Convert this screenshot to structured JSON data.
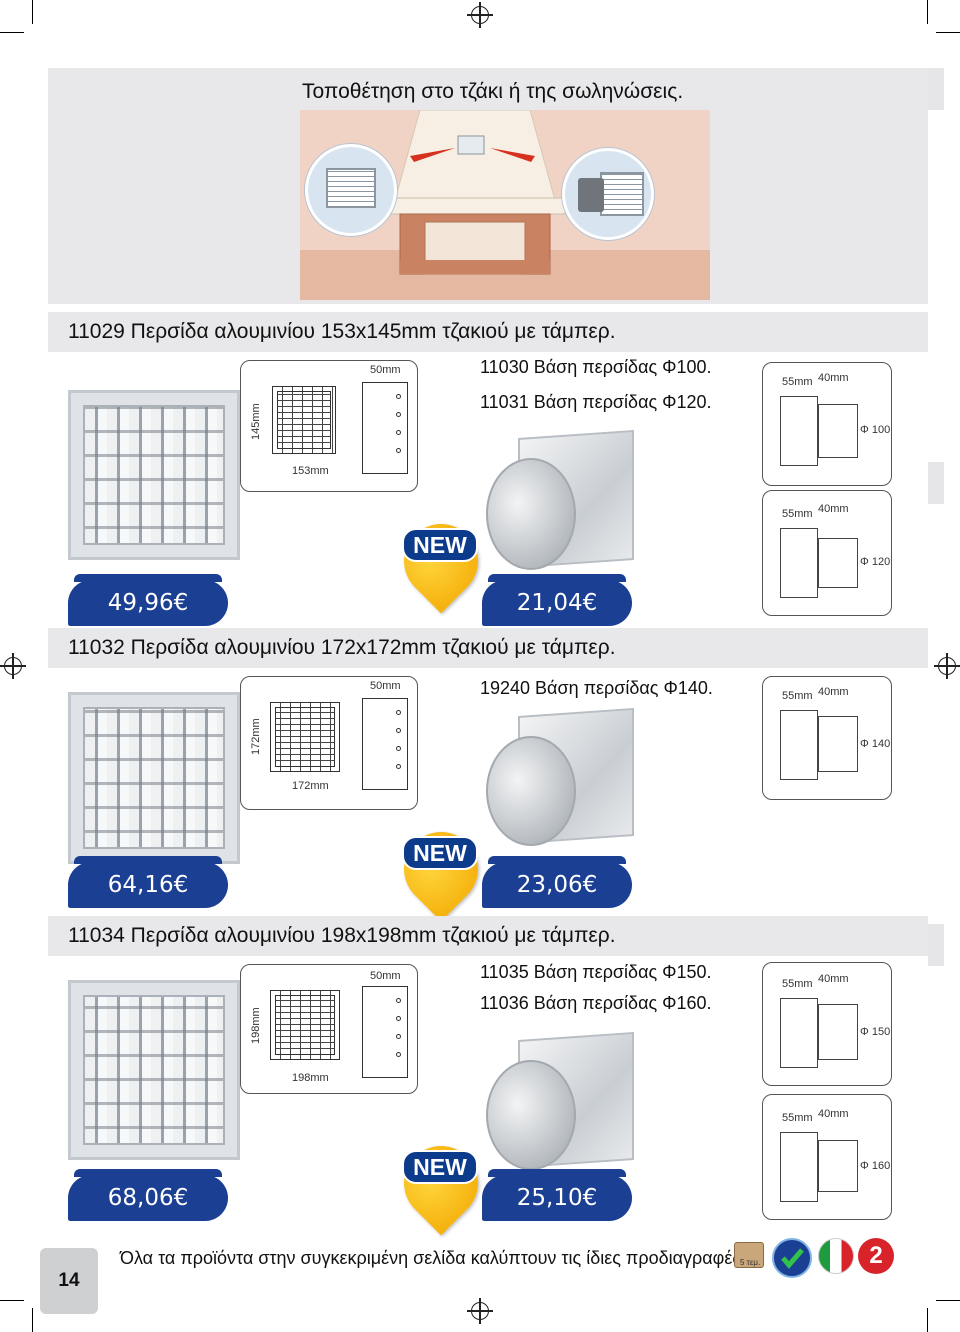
{
  "intro": {
    "banner": "Τοποθέτηση στο τζάκι ή της σωληνώσεις."
  },
  "sections": [
    {
      "title": "11029 Περσίδα αλουμινίου 153x145mm τζακιού με τάμπερ.",
      "drawing": {
        "height": "145mm",
        "width": "153mm",
        "depth": "50mm"
      },
      "bases": [
        "11030 Βάση περσίδας Φ100.",
        "11031 Βάση περσίδας Φ120."
      ],
      "dims": [
        {
          "a": "55mm",
          "b": "40mm",
          "phi": "Φ 100"
        },
        {
          "a": "55mm",
          "b": "40mm",
          "phi": "Φ 120"
        }
      ],
      "new_label": "NEW",
      "price_grille": "49,96€",
      "price_base": "21,04€"
    },
    {
      "title": "11032 Περσίδα αλουμινίου 172x172mm τζακιού με τάμπερ.",
      "drawing": {
        "height": "172mm",
        "width": "172mm",
        "depth": "50mm"
      },
      "bases": [
        "19240 Βάση περσίδας Φ140."
      ],
      "dims": [
        {
          "a": "55mm",
          "b": "40mm",
          "phi": "Φ 140"
        }
      ],
      "new_label": "NEW",
      "price_grille": "64,16€",
      "price_base": "23,06€"
    },
    {
      "title": "11034 Περσίδα αλουμινίου 198x198mm τζακιού με τάμπερ.",
      "drawing": {
        "height": "198mm",
        "width": "198mm",
        "depth": "50mm"
      },
      "bases": [
        "11035 Βάση περσίδας Φ150.",
        "11036 Βάση περσίδας Φ160."
      ],
      "dims": [
        {
          "a": "55mm",
          "b": "40mm",
          "phi": "Φ 150"
        },
        {
          "a": "55mm",
          "b": "40mm",
          "phi": "Φ 160"
        }
      ],
      "new_label": "NEW",
      "price_grille": "68,06€",
      "price_base": "25,10€"
    }
  ],
  "footer": {
    "page_number": "14",
    "note": "Όλα τα προϊόντα στην συγκεκριμένη σελίδα καλύπτουν τις ίδιες προδιαγραφές.",
    "box_label": "5 τεμ."
  },
  "colors": {
    "price_blue": "#1b3f92",
    "badge_yellow": "#f2a800",
    "banner_grey": "#e8e8ea"
  }
}
